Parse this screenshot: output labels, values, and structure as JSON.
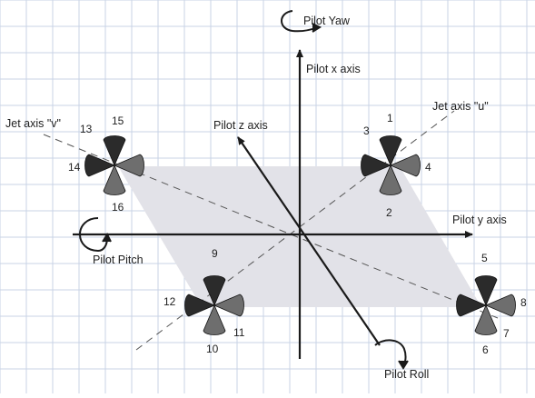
{
  "diagram": {
    "axes": {
      "pilot_x": "Pilot x axis",
      "pilot_y": "Pilot y axis",
      "pilot_z": "Pilot z axis",
      "jet_u": "Jet axis \"u\"",
      "jet_v": "Jet axis \"v\""
    },
    "rotations": {
      "yaw": "Pilot Yaw",
      "pitch": "Pilot Pitch",
      "roll": "Pilot Roll"
    },
    "jet_numbers": [
      "1",
      "2",
      "3",
      "4",
      "5",
      "6",
      "7",
      "8",
      "9",
      "10",
      "11",
      "12",
      "13",
      "14",
      "15",
      "16"
    ],
    "colors": {
      "grid": "#c8d3e6",
      "plane": "#e2e2e8",
      "ink": "#1a1a1a",
      "cone_dark": "#2b2b2b",
      "cone_mid": "#6e6e6e"
    }
  }
}
